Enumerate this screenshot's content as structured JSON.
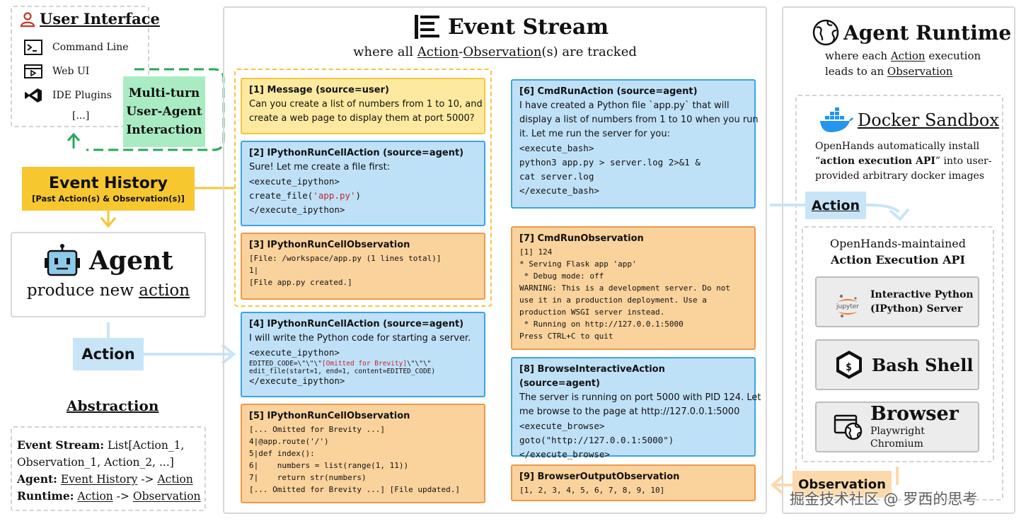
{
  "user_interface": {
    "title": "User Interface",
    "items": [
      "Command Line",
      "Web UI",
      "IDE Plugins",
      "[...]"
    ]
  },
  "multi_turn": [
    "Multi-turn",
    "User-Agent",
    "Interaction"
  ],
  "event_history": {
    "title": "Event History",
    "subtitle": "[Past Action(s) & Observation(s)]"
  },
  "agent": {
    "title": "Agent",
    "subtitle_prefix": "produce new ",
    "subtitle_link": "action"
  },
  "action_label": "Action",
  "abstraction": {
    "title": "Abstraction",
    "line1_label": "Event Stream:",
    "line1_text": " List[Action_1,",
    "line2_text": "Observation_1, Action_2, ...]",
    "line3_label": "Agent:",
    "line3_a": "Event History",
    "line3_sep": " -> ",
    "line3_b": "Action",
    "line4_label": "Runtime:",
    "line4_a": "Action",
    "line4_sep": " -> ",
    "line4_b": "Observation"
  },
  "event_stream": {
    "title": "Event Stream",
    "subtitle_prefix": "where all ",
    "subtitle_a": "Action",
    "subtitle_dash": "-",
    "subtitle_b": "Observation",
    "subtitle_suffix": "(s) are tracked"
  },
  "events": {
    "e1": {
      "header": "[1] Message (source=user)",
      "lines": [
        "Can you create a list of numbers from 1 to 10, and",
        "create a web page to display them at port 5000?"
      ]
    },
    "e2": {
      "header": "[2] IPythonRunCellAction (source=agent)",
      "line1": "Sure! Let me create a file first:",
      "line2": "<execute_ipython>",
      "line3_a": "create_file(",
      "line3_b": "'app.py'",
      "line3_c": ")",
      "line4": "</execute_ipython>"
    },
    "e3": {
      "header": "[3] IPythonRunCellObservation",
      "lines": [
        "[File: /workspace/app.py (1 lines total)]",
        "1|",
        "[File app.py created.]"
      ]
    },
    "e4": {
      "header": "[4] IPythonRunCellAction (source=agent)",
      "line1": "I will write the Python code for starting a server.",
      "line2": "<execute_ipython>",
      "line3_a": "EDITED_CODE=\\\"\\\"\\\"",
      "line3_b": "[Omitted for Brevity]",
      "line3_c": "\\\"\\\"\\\"",
      "line4": "edit_file(start=1, end=1, content=EDITED_CODE)",
      "line5": "</execute_ipython>"
    },
    "e5": {
      "header": "[5] IPythonRunCellObservation",
      "lines": [
        "[... Omitted for Brevity ...]",
        "4|@app.route('/')",
        "5|def index():",
        "6|    numbers = list(range(1, 11))",
        "7|    return str(numbers)",
        "[... Omitted for Brevity ...] [File updated.]"
      ]
    },
    "e6": {
      "header": "[6] CmdRunAction (source=agent)",
      "text_lines": [
        "I have created a Python file `app.py` that will",
        "display a list of numbers from 1 to 10 when you run",
        "it. Let me run the server for you:"
      ],
      "code_lines": [
        "<execute_bash>",
        "python3 app.py > server.log 2>&1 &",
        "cat server.log",
        "</execute_bash>"
      ]
    },
    "e7": {
      "header": "[7] CmdRunObservation",
      "lines": [
        "[1] 124",
        "* Serving Flask app 'app'",
        " * Debug mode: off",
        "WARNING: This is a development server. Do not",
        "use it in a production deployment. Use a",
        "production WSGI server instead.",
        " * Running on http://127.0.0.1:5000",
        "Press CTRL+C to quit"
      ]
    },
    "e8": {
      "header": "[8] BrowseInteractiveAction (source=agent)",
      "text_lines": [
        "The server is running on port 5000 with PID 124. Let",
        "me browse to the page at http://127.0.0.1:5000"
      ],
      "code_lines": [
        "<execute_browse>",
        "goto(\"http://127.0.0.1:5000\")",
        "</execute_browse>"
      ]
    },
    "e9": {
      "header": "[9] BrowserOutputObservation",
      "lines": [
        "[1, 2, 3, 4, 5, 6, 7, 8, 9, 10]"
      ]
    }
  },
  "runtime": {
    "title": "Agent Runtime",
    "sub1_prefix": "where each ",
    "sub1_link": "Action",
    "sub1_suffix": " execution",
    "sub2_prefix": "leads to an ",
    "sub2_link": "Observation"
  },
  "docker": {
    "title": "Docker Sandbox",
    "desc1": "OpenHands automatically install",
    "desc2_q1": "“",
    "desc2_bold": "action execution API",
    "desc2_rest": "” into user-",
    "desc3": "provided arbitrary docker images"
  },
  "runtime_action_label": "Action",
  "api_box": {
    "line1": "OpenHands-maintained",
    "line2": "Action Execution API"
  },
  "services": {
    "ipython": {
      "line1": "Interactive Python",
      "line2": "(IPython) Server",
      "logo": "jupyter"
    },
    "bash": {
      "label": "Bash Shell"
    },
    "browser": {
      "label": "Browser",
      "sublabel": "Playwright Chromium"
    }
  },
  "observation_label": "Observation",
  "watermark": "掘金技术社区 @ 罗西的思考",
  "colors": {
    "yellow": "#f5c53a",
    "blue": "#3ea3e0",
    "orange": "#ea9b4c",
    "green": "#26a95a",
    "pill_blue": "#c8e4f7",
    "pill_orange": "#fbd9ab"
  }
}
